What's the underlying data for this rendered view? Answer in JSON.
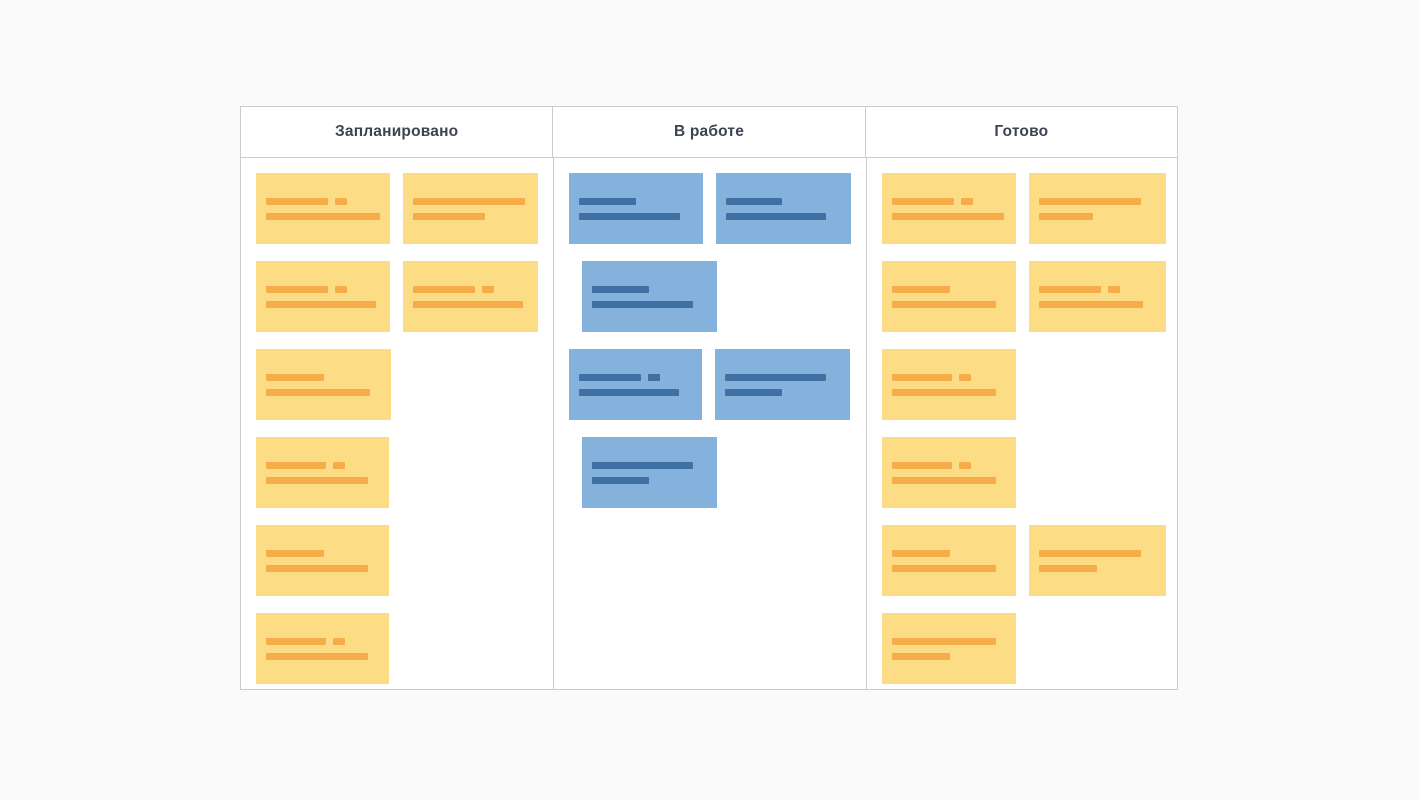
{
  "board": {
    "columns": [
      {
        "id": "planned",
        "title": "Запланировано",
        "accent": "#fcdc84",
        "bar_color": "#f7ac4a",
        "card_count": 8,
        "rows": [
          {
            "cards": [
              {
                "color": "yellow",
                "width": "w-134",
                "lines": [
                  [
                    62,
                    12
                  ],
                  [
                    114
                  ]
                ]
              },
              {
                "color": "yellow",
                "width": "w-135",
                "lines": [
                  [
                    112
                  ],
                  [
                    72
                  ]
                ]
              }
            ]
          },
          {
            "cards": [
              {
                "color": "yellow",
                "width": "w-134",
                "lines": [
                  [
                    62,
                    12
                  ],
                  [
                    110
                  ]
                ]
              },
              {
                "color": "yellow",
                "width": "w-135",
                "lines": [
                  [
                    62,
                    12
                  ],
                  [
                    110
                  ]
                ]
              }
            ]
          },
          {
            "cards": [
              {
                "color": "yellow",
                "width": "w-135",
                "lines": [
                  [
                    58
                  ],
                  [
                    104
                  ]
                ]
              },
              {
                "color": "spacer",
                "width": "w-135",
                "lines": []
              }
            ]
          },
          {
            "cards": [
              {
                "color": "yellow",
                "width": "w-133",
                "lines": [
                  [
                    60,
                    12
                  ],
                  [
                    102
                  ]
                ]
              },
              {
                "color": "spacer",
                "width": "w-135",
                "lines": []
              }
            ]
          },
          {
            "cards": [
              {
                "color": "yellow",
                "width": "w-133",
                "lines": [
                  [
                    58
                  ],
                  [
                    102
                  ]
                ]
              },
              {
                "color": "spacer",
                "width": "w-135",
                "lines": []
              }
            ]
          },
          {
            "cards": [
              {
                "color": "yellow",
                "width": "w-133",
                "lines": [
                  [
                    60,
                    12
                  ],
                  [
                    102
                  ]
                ]
              },
              {
                "color": "spacer",
                "width": "w-135",
                "lines": []
              }
            ]
          }
        ]
      },
      {
        "id": "in-progress",
        "title": "В работе",
        "accent": "#84b2dd",
        "bar_color": "#3e70a3",
        "card_count": 5,
        "rows": [
          {
            "cards": [
              {
                "color": "blue",
                "width": "w-134",
                "lines": [
                  [
                    57
                  ],
                  [
                    101
                  ]
                ]
              },
              {
                "color": "blue",
                "width": "w-135",
                "lines": [
                  [
                    56
                  ],
                  [
                    100
                  ]
                ]
              }
            ]
          },
          {
            "cards": [
              {
                "color": "spacer",
                "width": "w-134",
                "lines": []
              },
              {
                "color": "blue",
                "width": "w-135",
                "lines": [
                  [
                    57
                  ],
                  [
                    101
                  ]
                ]
              }
            ]
          },
          {
            "cards": [
              {
                "color": "blue",
                "width": "w-133",
                "lines": [
                  [
                    62,
                    12
                  ],
                  [
                    100
                  ]
                ]
              },
              {
                "color": "blue",
                "width": "w-135",
                "lines": [
                  [
                    101
                  ],
                  [
                    57
                  ]
                ]
              }
            ]
          },
          {
            "cards": [
              {
                "color": "spacer",
                "width": "w-134",
                "lines": []
              },
              {
                "color": "blue",
                "width": "w-135",
                "lines": [
                  [
                    101
                  ],
                  [
                    57
                  ]
                ]
              }
            ]
          }
        ]
      },
      {
        "id": "done",
        "title": "Готово",
        "accent": "#fcdc84",
        "bar_color": "#f7ac4a",
        "card_count": 9,
        "rows": [
          {
            "cards": [
              {
                "color": "yellow",
                "width": "w-134",
                "lines": [
                  [
                    62,
                    12
                  ],
                  [
                    112
                  ]
                ]
              },
              {
                "color": "yellow",
                "width": "w-137",
                "lines": [
                  [
                    102
                  ],
                  [
                    54
                  ]
                ]
              }
            ]
          },
          {
            "cards": [
              {
                "color": "yellow",
                "width": "w-134",
                "lines": [
                  [
                    58
                  ],
                  [
                    104
                  ]
                ]
              },
              {
                "color": "yellow",
                "width": "w-137",
                "lines": [
                  [
                    62,
                    12
                  ],
                  [
                    104
                  ]
                ]
              }
            ]
          },
          {
            "cards": [
              {
                "color": "yellow",
                "width": "w-134",
                "lines": [
                  [
                    60,
                    12
                  ],
                  [
                    104
                  ]
                ]
              },
              {
                "color": "spacer",
                "width": "w-137",
                "lines": []
              }
            ]
          },
          {
            "cards": [
              {
                "color": "yellow",
                "width": "w-134",
                "lines": [
                  [
                    60,
                    12
                  ],
                  [
                    104
                  ]
                ]
              },
              {
                "color": "spacer",
                "width": "w-137",
                "lines": []
              }
            ]
          },
          {
            "cards": [
              {
                "color": "yellow",
                "width": "w-134",
                "lines": [
                  [
                    58
                  ],
                  [
                    104
                  ]
                ]
              },
              {
                "color": "yellow",
                "width": "w-137",
                "lines": [
                  [
                    102
                  ],
                  [
                    58
                  ]
                ]
              }
            ]
          },
          {
            "cards": [
              {
                "color": "yellow",
                "width": "w-134",
                "lines": [
                  [
                    104
                  ],
                  [
                    58
                  ]
                ]
              },
              {
                "color": "spacer",
                "width": "w-137",
                "lines": []
              }
            ]
          }
        ]
      }
    ]
  },
  "colors": {
    "page_background": "#fafafa",
    "board_background": "#ffffff",
    "border": "#c9ccd1",
    "header_text": "#3c4450",
    "card_yellow": "#fcdc84",
    "card_yellow_bar": "#f7ac4a",
    "card_blue": "#84b2dd",
    "card_blue_bar": "#3e70a3"
  }
}
